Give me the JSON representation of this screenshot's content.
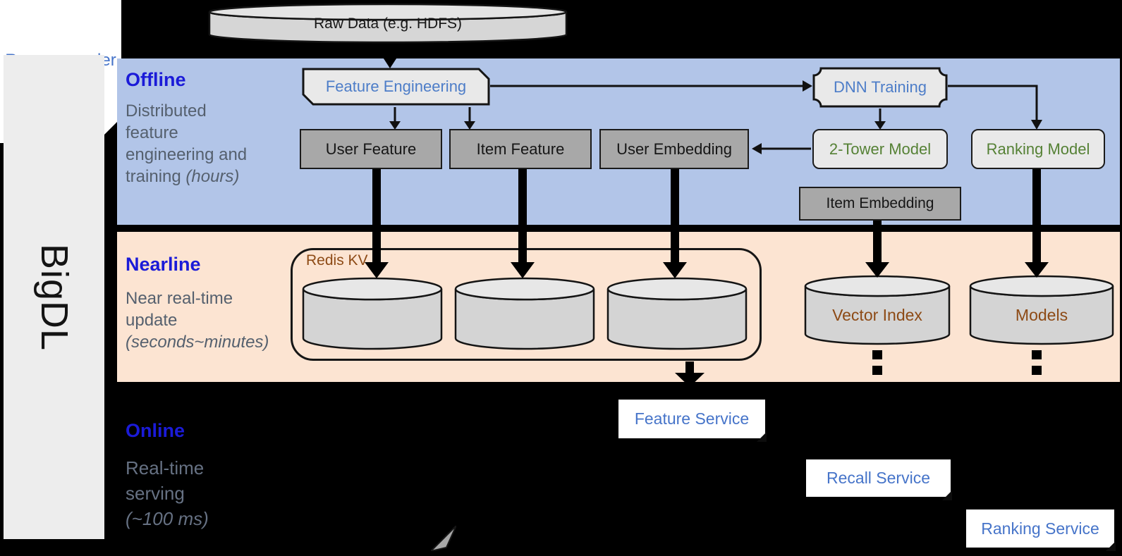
{
  "brand": {
    "label": "BigDL"
  },
  "source_db": {
    "label": "Raw Data (e.g. HDFS)"
  },
  "sections": {
    "offline": {
      "title": "Offline",
      "desc": "Distributed feature engineering and training",
      "time": "(hours)"
    },
    "nearline": {
      "title": "Nearline",
      "desc": "Near real-time update",
      "time": "(seconds~minutes)"
    },
    "online": {
      "title": "Online",
      "desc": "Real-time serving",
      "time": "(~100 ms)"
    }
  },
  "nodes": {
    "feature_engineering": "Feature Engineering",
    "dnn_training": "DNN Training",
    "user_feature": "User Feature",
    "item_feature": "Item Feature",
    "user_embedding": "User Embedding",
    "two_tower_model": "2-Tower Model",
    "ranking_model": "Ranking Model",
    "item_embedding": "Item Embedding",
    "redis_kv": "Redis KV",
    "vector_index": "Vector Index",
    "models": "Models",
    "recommender_service": "Recommender Service",
    "feature_service": "Feature Service",
    "recall_service": "Recall Service",
    "ranking_service": "Ranking Service"
  },
  "colors": {
    "offline_band": "#b2c5e8",
    "nearline_band": "#fce4d2",
    "online_band": "#000000",
    "section_title_blue": "#1b1bd8",
    "description_gray": "#55606e",
    "process_text_blue": "#4d7dc8",
    "model_text_green": "#558135",
    "storage_text_brown": "#8d4a15",
    "service_text_blue": "#4674c9",
    "gray_box_fill": "#a8a8a8",
    "light_box_fill": "#e9e9e9",
    "cylinder_fill": "#d4d4d4",
    "sidebar_fill": "#ededed"
  }
}
